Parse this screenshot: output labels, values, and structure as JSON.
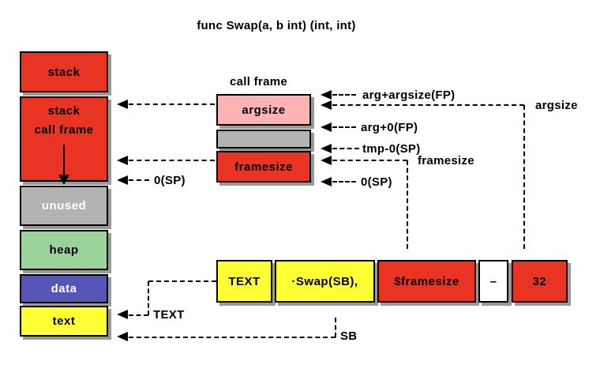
{
  "title": "func Swap(a, b int) (int, int)",
  "colors": {
    "red": "#e93423",
    "pink": "#ffb3b3",
    "gray": "#b3b3b3",
    "green": "#9ad49a",
    "indigo": "#5555b8",
    "yellow": "#ffff33",
    "white": "#ffffff",
    "shadow": "#999999"
  },
  "memory_map": {
    "boxes": [
      {
        "label": "stack",
        "color": "#e93423"
      },
      {
        "label": "stack",
        "sublabel": "call frame",
        "color": "#e93423"
      },
      {
        "label": "unused",
        "color": "#b3b3b3"
      },
      {
        "label": "heap",
        "color": "#9ad49a"
      },
      {
        "label": "data",
        "color": "#5555b8"
      },
      {
        "label": "text",
        "color": "#ffff33"
      }
    ]
  },
  "call_frame": {
    "title": "call frame",
    "boxes": [
      {
        "label": "argsize",
        "color": "#ffb3b3"
      },
      {
        "label": "",
        "color": "#b3b3b3"
      },
      {
        "label": "framesize",
        "color": "#e93423"
      }
    ]
  },
  "annotations": {
    "arg_plus_argsize_fp": "arg+argsize(FP)",
    "argsize": "argsize",
    "arg_plus_0_fp": "arg+0(FP)",
    "tmp_minus_0_sp": "tmp-0(SP)",
    "framesize": "framesize",
    "zero_sp_right": "0(SP)",
    "zero_sp_left": "0(SP)",
    "text": "TEXT",
    "sb": "SB"
  },
  "instruction": {
    "boxes": [
      {
        "label": "TEXT",
        "color": "#ffff33"
      },
      {
        "label": "·Swap(SB),",
        "color": "#ffff33"
      },
      {
        "label": "$framesize",
        "color": "#e93423"
      },
      {
        "label": "–",
        "color": "#ffffff"
      },
      {
        "label": "32",
        "color": "#e93423"
      }
    ]
  }
}
